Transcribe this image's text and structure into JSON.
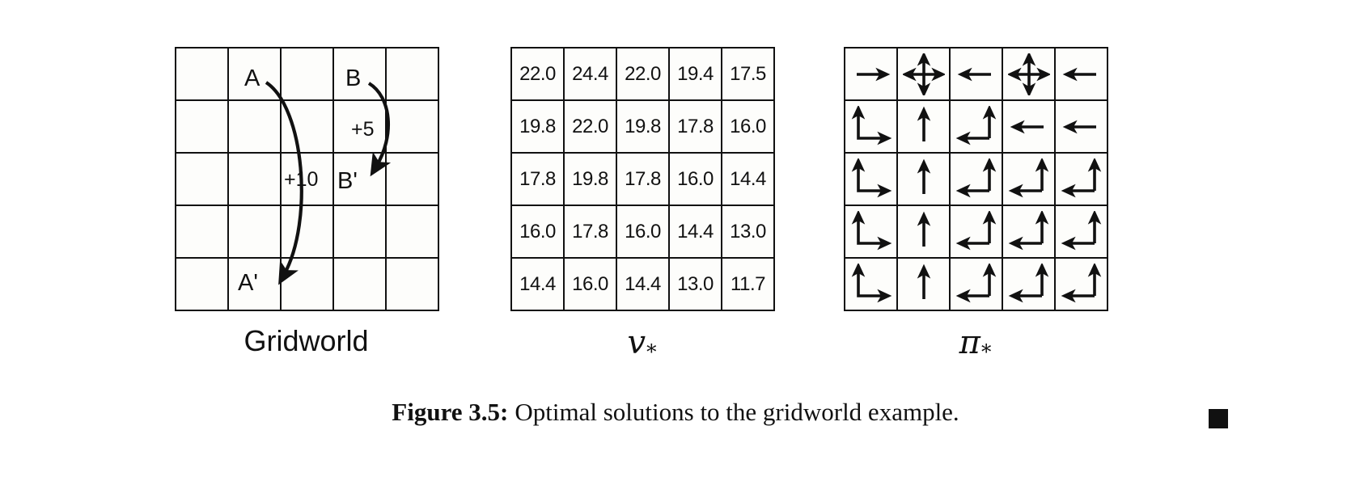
{
  "figure": {
    "number_label": "Figure 3.5:",
    "caption_text": "Optimal solutions to the gridworld example.",
    "end_marker": "black-square"
  },
  "panels": {
    "gridworld": {
      "caption": "Gridworld",
      "rows": 5,
      "cols": 5,
      "labels": {
        "A": "A",
        "B": "B",
        "A_prime": "A'",
        "B_prime": "B'",
        "reward_A": "+10",
        "reward_B": "+5"
      },
      "transitions": [
        {
          "from": "A",
          "to": "A'",
          "reward": "+10",
          "from_cell": [
            0,
            1
          ],
          "to_cell": [
            4,
            1
          ]
        },
        {
          "from": "B",
          "to": "B'",
          "reward": "+5",
          "from_cell": [
            0,
            3
          ],
          "to_cell": [
            2,
            3
          ]
        }
      ]
    },
    "values": {
      "caption_symbol": "v",
      "caption_subscript": "*",
      "rows": 5,
      "cols": 5,
      "cells": [
        [
          "22.0",
          "24.4",
          "22.0",
          "19.4",
          "17.5"
        ],
        [
          "19.8",
          "22.0",
          "19.8",
          "17.8",
          "16.0"
        ],
        [
          "17.8",
          "19.8",
          "17.8",
          "16.0",
          "14.4"
        ],
        [
          "16.0",
          "17.8",
          "16.0",
          "14.4",
          "13.0"
        ],
        [
          "14.4",
          "16.0",
          "14.4",
          "13.0",
          "11.7"
        ]
      ]
    },
    "policy": {
      "caption_symbol": "π",
      "caption_subscript": "*",
      "rows": 5,
      "cols": 5,
      "cells": [
        [
          "right",
          "all",
          "left",
          "all",
          "left"
        ],
        [
          "up-right",
          "up",
          "left-up",
          "left",
          "left"
        ],
        [
          "up-right",
          "up",
          "left-up",
          "left-up",
          "left-up"
        ],
        [
          "up-right",
          "up",
          "left-up",
          "left-up",
          "left-up"
        ],
        [
          "up-right",
          "up",
          "left-up",
          "left-up",
          "left-up"
        ]
      ]
    }
  },
  "chart_data": {
    "type": "table",
    "title": "Optimal solutions to the gridworld example.",
    "panels": [
      {
        "name": "Gridworld",
        "type": "diagram",
        "grid": [
          5,
          5
        ],
        "special_states": [
          {
            "state": "A",
            "cell": [
              0,
              1
            ],
            "next_state": "A'",
            "next_cell": [
              4,
              1
            ],
            "reward": 10
          },
          {
            "state": "B",
            "cell": [
              0,
              3
            ],
            "next_state": "B'",
            "next_cell": [
              2,
              3
            ],
            "reward": 5
          }
        ]
      },
      {
        "name": "v*",
        "type": "heatmap",
        "values": [
          [
            22.0,
            24.4,
            22.0,
            19.4,
            17.5
          ],
          [
            19.8,
            22.0,
            19.8,
            17.8,
            16.0
          ],
          [
            17.8,
            19.8,
            17.8,
            16.0,
            14.4
          ],
          [
            16.0,
            17.8,
            16.0,
            14.4,
            13.0
          ],
          [
            14.4,
            16.0,
            14.4,
            13.0,
            11.7
          ]
        ]
      },
      {
        "name": "pi*",
        "type": "table",
        "values": [
          [
            "right",
            "all",
            "left",
            "all",
            "left"
          ],
          [
            "up-right",
            "up",
            "left-up",
            "left",
            "left"
          ],
          [
            "up-right",
            "up",
            "left-up",
            "left-up",
            "left-up"
          ],
          [
            "up-right",
            "up",
            "left-up",
            "left-up",
            "left-up"
          ],
          [
            "up-right",
            "up",
            "left-up",
            "left-up",
            "left-up"
          ]
        ]
      }
    ]
  },
  "colors": {
    "ink": "#111111",
    "paper": "#ffffff",
    "cell_fill": "#fdfdfb"
  }
}
